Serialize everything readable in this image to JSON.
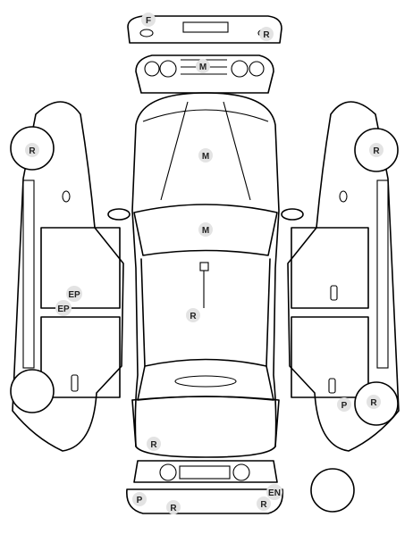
{
  "markers": {
    "front_bumper_f": "F",
    "front_bumper_r": "R",
    "front_grille_m": "M",
    "hood_m": "M",
    "windshield_m": "M",
    "roof_r": "R",
    "trunk_r": "R",
    "rear_bumper_p": "P",
    "rear_bumper_r": "R",
    "rear_bumper_r2": "R",
    "rear_bumper_en": "EN",
    "left_front_wheel_r": "R",
    "left_door_ep1": "EP",
    "left_door_ep2": "EP",
    "right_front_wheel_r": "R",
    "right_rear_wheel_r": "R",
    "right_rear_p": "P"
  }
}
